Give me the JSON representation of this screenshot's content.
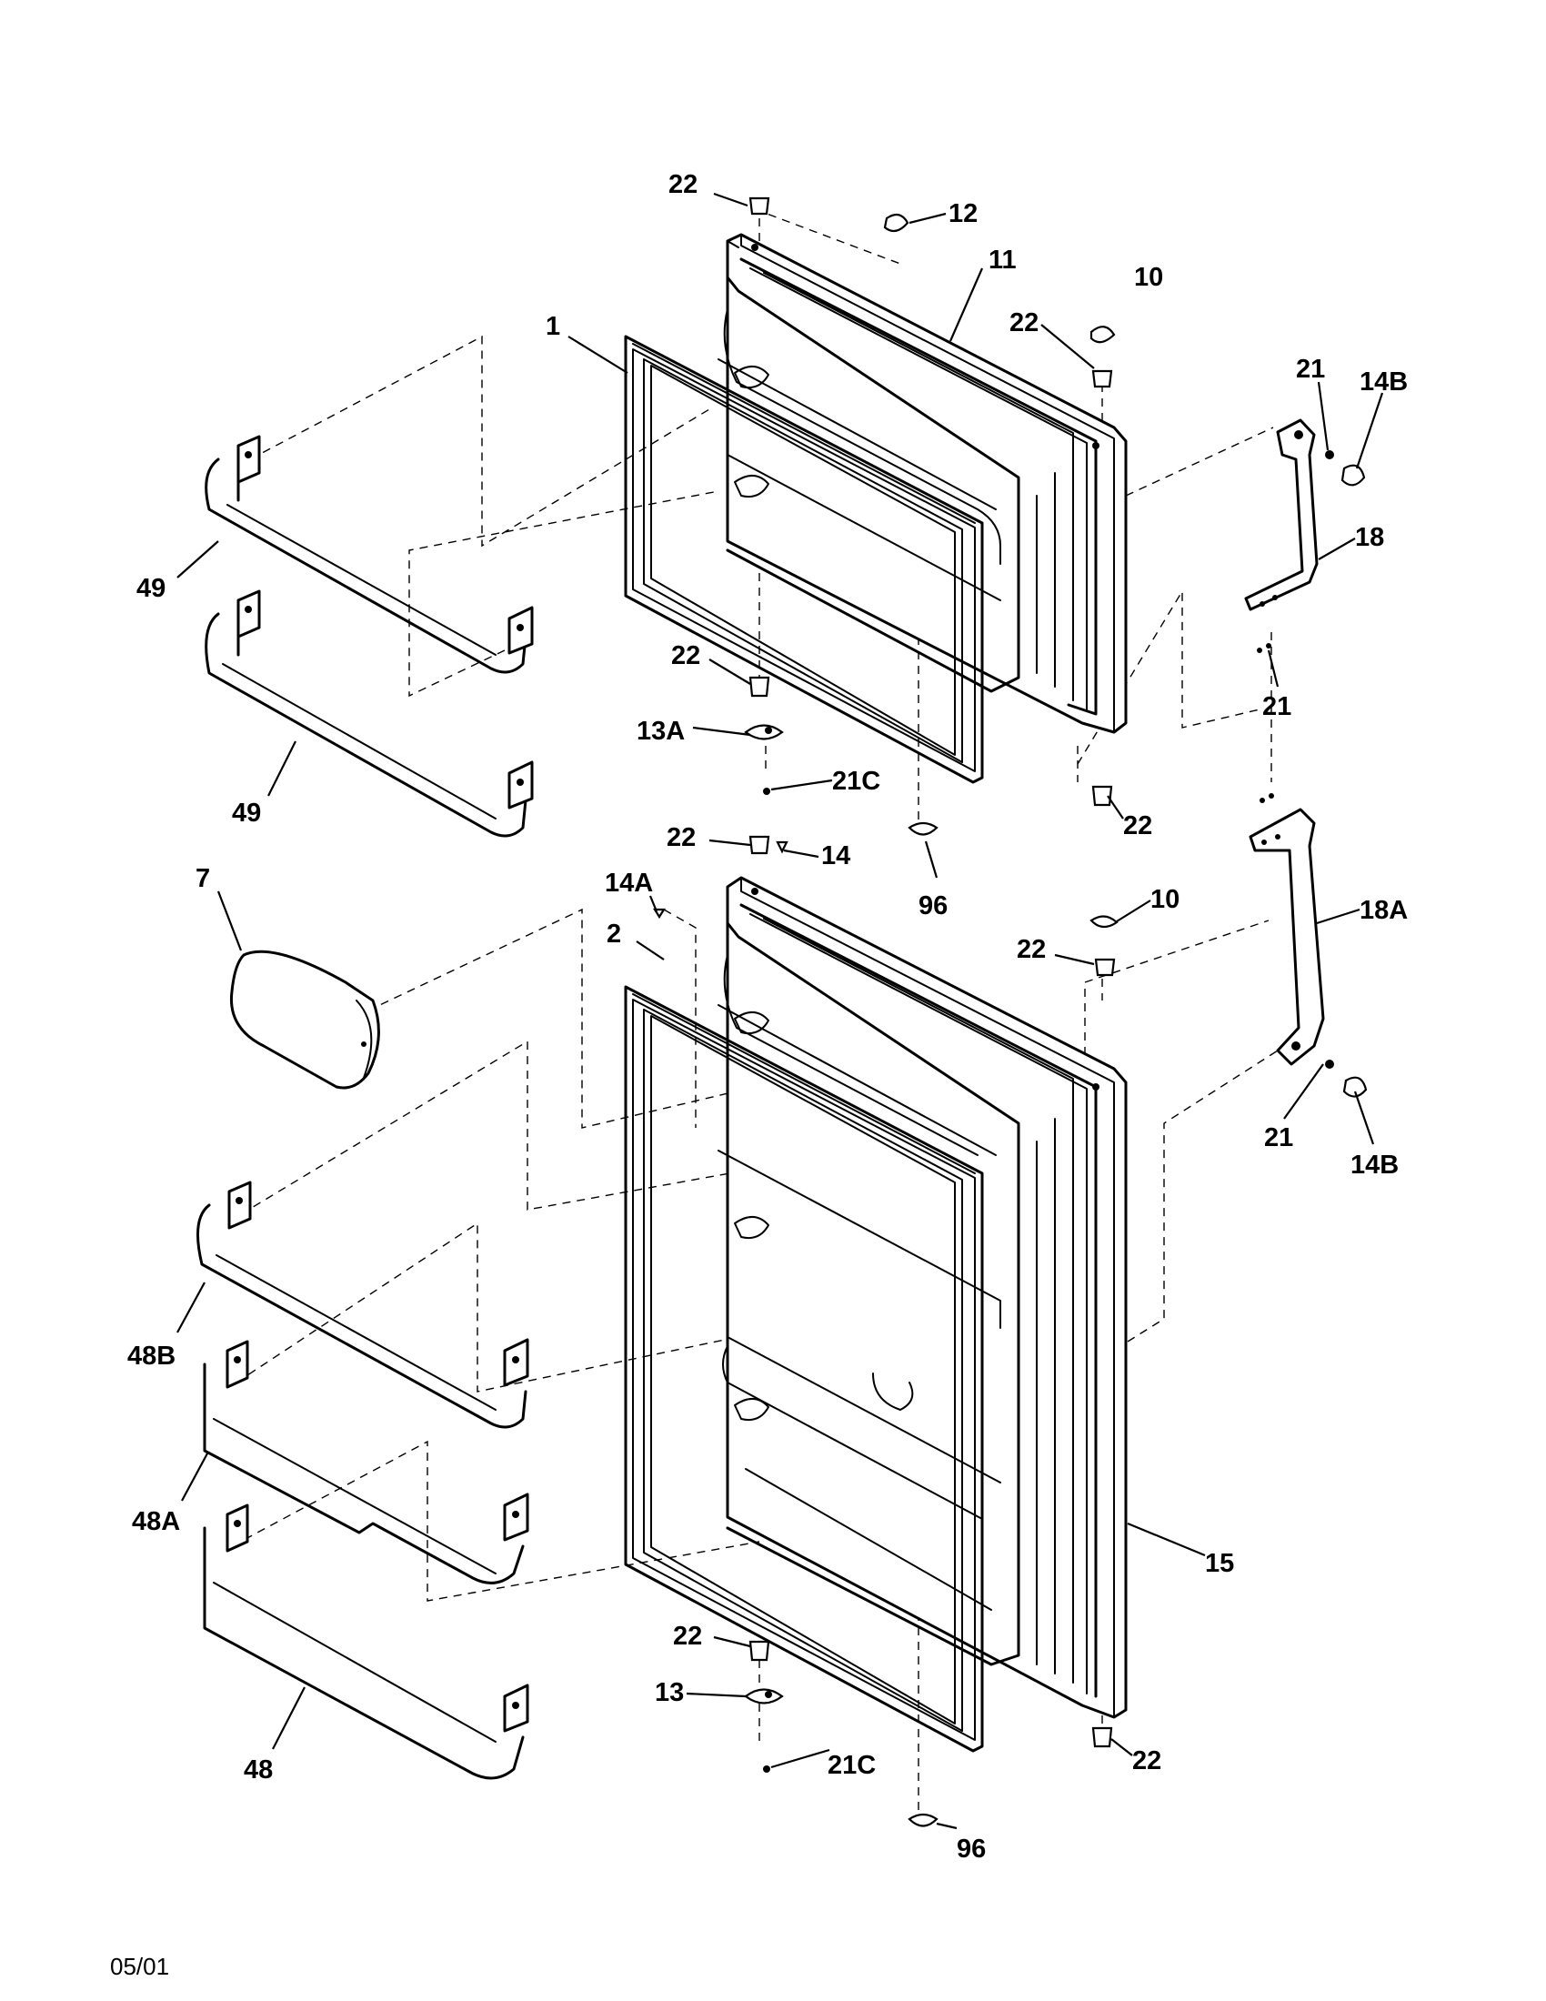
{
  "footer": {
    "date_code": "05/01"
  },
  "callouts": {
    "c22_top": "22",
    "c12": "12",
    "c11": "11",
    "c10_top": "10",
    "c22_hinge_upper": "22",
    "c1": "1",
    "c21_top": "21",
    "c14B_top": "14B",
    "c18": "18",
    "c49_upper": "49",
    "c22_fz_bottom": "22",
    "c13A": "13A",
    "c21C_upper": "21C",
    "c49_lower": "49",
    "c21_mid": "21",
    "c22_fz_right": "22",
    "c96_upper": "96",
    "c22_ff_top": "22",
    "c14": "14",
    "c7": "7",
    "c14A": "14A",
    "c2": "2",
    "c10_mid": "10",
    "c22_ff_right": "22",
    "c18A": "18A",
    "c21_lower": "21",
    "c14B_lower": "14B",
    "c48B": "48B",
    "c48A": "48A",
    "c15": "15",
    "c48": "48",
    "c22_ff_bottom": "22",
    "c13": "13",
    "c21C_lower": "21C",
    "c22_ff_bottom_right": "22",
    "c96_lower": "96"
  }
}
